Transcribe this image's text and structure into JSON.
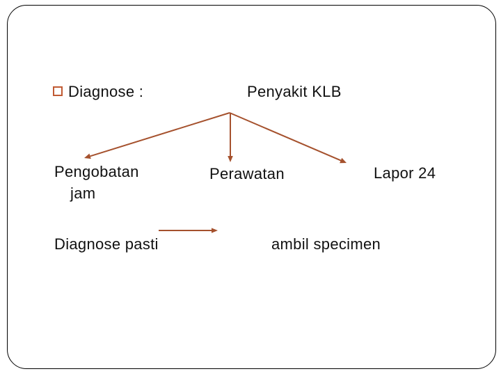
{
  "colors": {
    "accent": "#A5512D",
    "bullet": "#C05A33",
    "text": "#111111",
    "slide_border": "#000000",
    "background": "#FFFFFF"
  },
  "icons": {
    "bullet_square_icon": "hollow-square",
    "connector_arrow_icon": "arrow"
  },
  "slide": {
    "heading": {
      "label": "Diagnose :",
      "root_label": "Penyakit KLB"
    },
    "level2": [
      {
        "label": "Pengobatan",
        "line2": "jam"
      },
      {
        "label": "Perawatan"
      },
      {
        "label": "Lapor 24"
      }
    ],
    "level3": {
      "left_label": "Diagnose pasti",
      "right_label": "ambil specimen"
    }
  }
}
